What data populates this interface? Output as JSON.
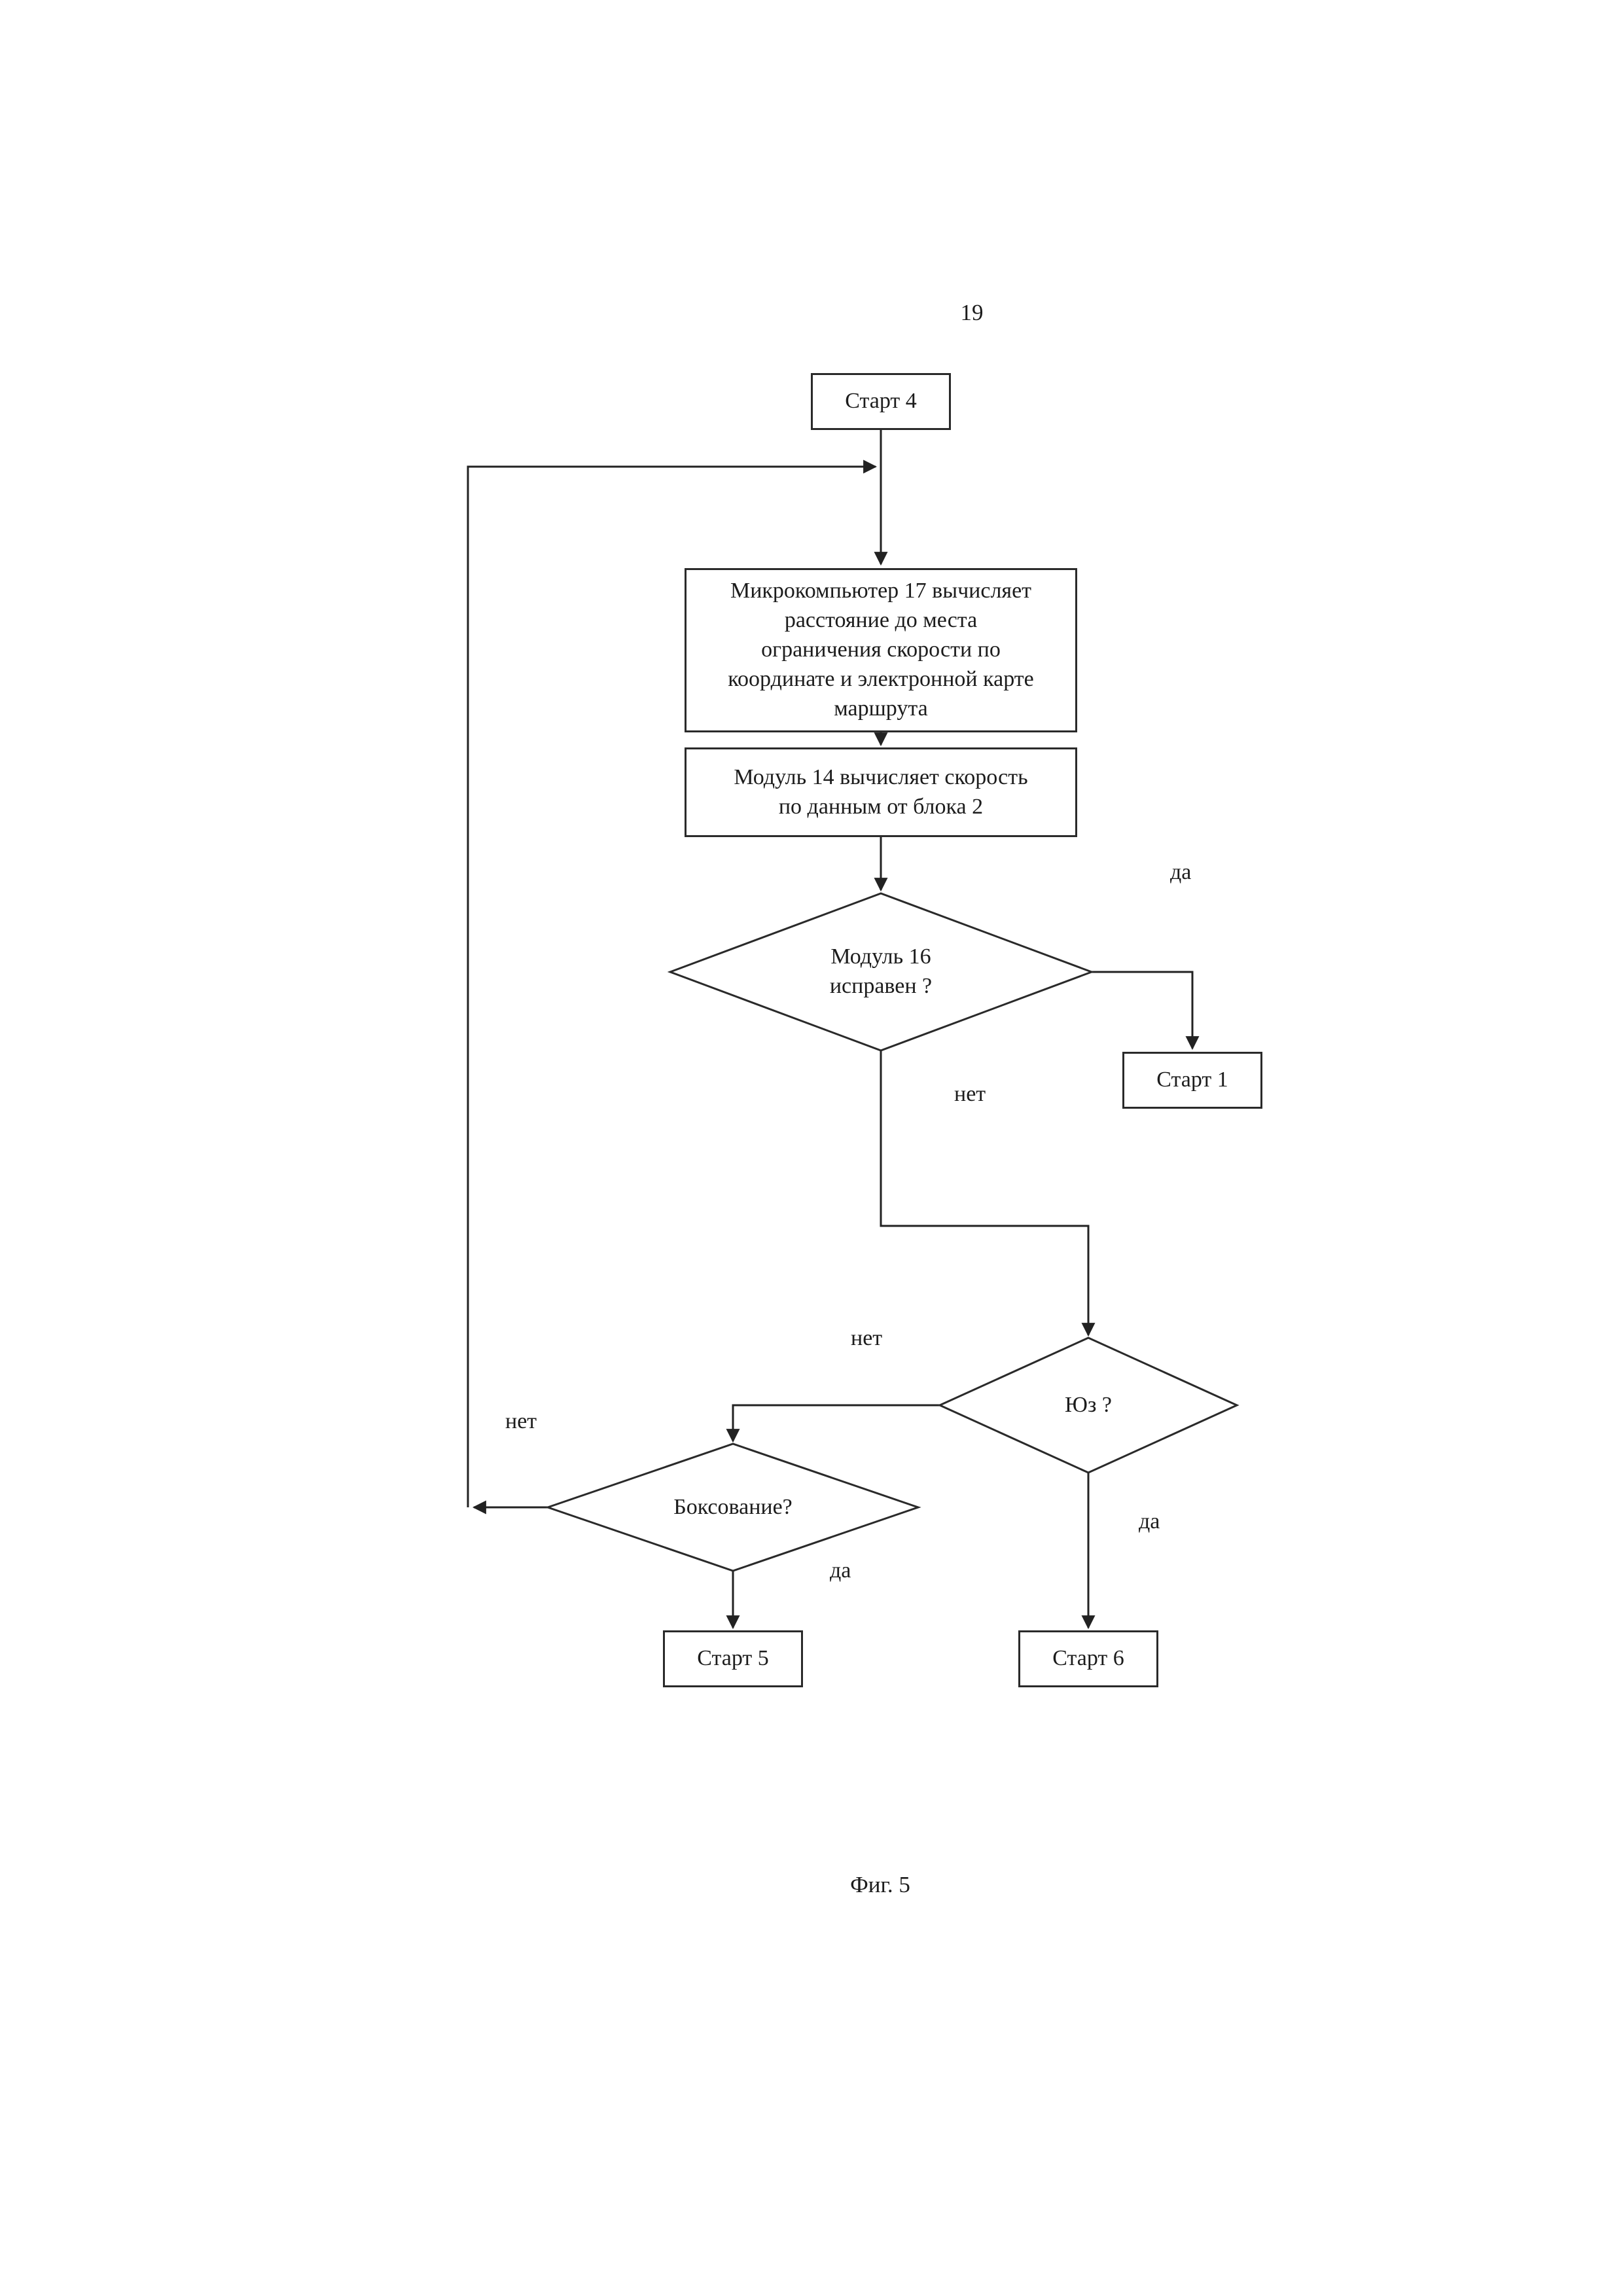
{
  "page": {
    "number": "19",
    "figure_caption": "Фиг. 5"
  },
  "flowchart": {
    "start4": {
      "label": "Старт 4"
    },
    "microcomputer17": {
      "lines": [
        "Микрокомпьютер 17 вычисляет",
        "расстояние до места",
        "ограничения скорости по",
        "координате и электронной карте",
        "маршрута"
      ]
    },
    "module14": {
      "lines": [
        "Модуль 14  вычисляет скорость",
        "по данным от блока 2"
      ]
    },
    "module16": {
      "lines": [
        "Модуль 16",
        "исправен ?"
      ]
    },
    "start1": {
      "label": "Старт 1"
    },
    "yuz": {
      "label": "Юз ?"
    },
    "boksovanie": {
      "label": "Боксование?"
    },
    "start5": {
      "label": "Старт 5"
    },
    "start6": {
      "label": "Старт 6"
    },
    "branch_labels": {
      "module16_yes": "да",
      "module16_no": "нет",
      "yuz_no": "нет",
      "yuz_yes": "да",
      "boksovanie_no": "нет",
      "boksovanie_yes": "да"
    }
  }
}
